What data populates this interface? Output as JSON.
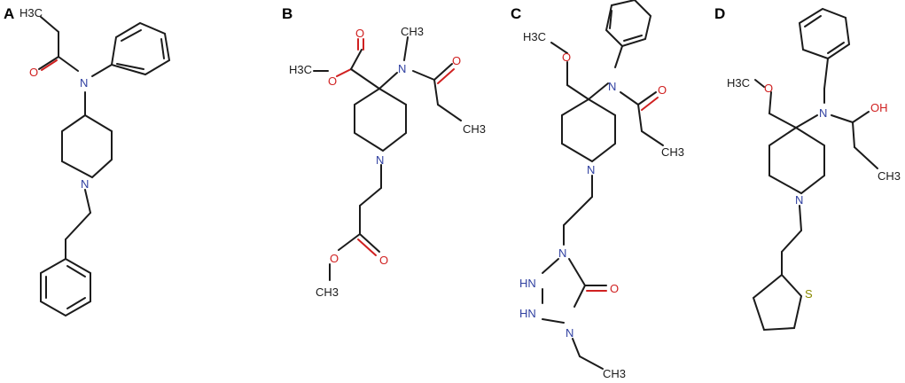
{
  "panels": [
    {
      "label": "A"
    },
    {
      "label": "B"
    },
    {
      "label": "C"
    },
    {
      "label": "D"
    }
  ],
  "atoms": {
    "ch3_a": "H3C",
    "o_a": "O",
    "n_a1": "N",
    "n_a2": "N",
    "ch3_b_top": "CH3",
    "h3c_b": "H3C",
    "o_b1": "O",
    "o_b2": "O",
    "n_b1": "N",
    "o_b3": "O",
    "ch3_b_right": "CH3",
    "n_b2": "N",
    "o_b4": "O",
    "o_b5": "O",
    "ch3_b_bottom": "CH3",
    "h3c_c": "H3C",
    "o_c1": "O",
    "n_c1": "N",
    "o_c2": "O",
    "ch3_c": "CH3",
    "n_c2": "N",
    "n_c3": "N",
    "hn_c1": "HN",
    "hn_c2": "HN",
    "n_c4": "N",
    "o_c3": "O",
    "ch3_c2": "CH3",
    "h3c_d": "H3C",
    "o_d1": "O",
    "n_d1": "N",
    "oh_d": "OH",
    "ch3_d": "CH3",
    "n_d2": "N",
    "s_d": "S"
  }
}
